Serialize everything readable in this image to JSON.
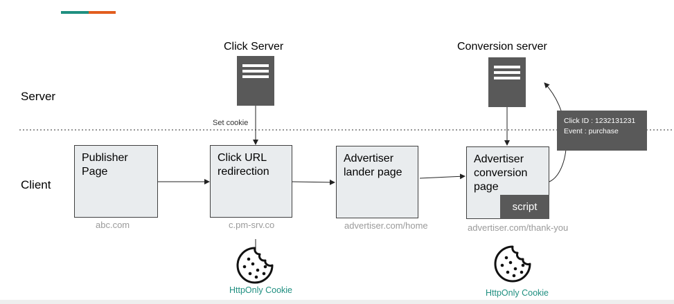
{
  "colors": {
    "accent_teal": "#1f8f80",
    "accent_orange": "#e25d1e",
    "server_gray": "#595959",
    "box_fill": "#e9ecee",
    "cookie_text": "#1f8f80"
  },
  "regions": {
    "server": "Server",
    "client": "Client"
  },
  "servers": {
    "click": {
      "title": "Click Server",
      "icon": "server-icon"
    },
    "conversion": {
      "title": "Conversion server",
      "icon": "server-icon"
    }
  },
  "set_cookie": "Set cookie",
  "boxes": {
    "publisher": {
      "label": "Publisher Page",
      "caption": "abc.com"
    },
    "click_url": {
      "label": "Click URL redirection",
      "caption": "c.pm-srv.co"
    },
    "lander": {
      "label": "Advertiser lander page",
      "caption": "advertiser.com/home"
    },
    "conversion": {
      "label": "Advertiser conversion page",
      "caption": "advertiser.com/thank-you",
      "script": "script"
    }
  },
  "event_tooltip": {
    "line1": "Click ID : 1232131231",
    "line2": "Event : purchase"
  },
  "cookies": {
    "left": {
      "label": "HttpOnly Cookie",
      "icon": "cookie-icon"
    },
    "right": {
      "label": "HttpOnly Cookie",
      "icon": "cookie-icon"
    }
  }
}
